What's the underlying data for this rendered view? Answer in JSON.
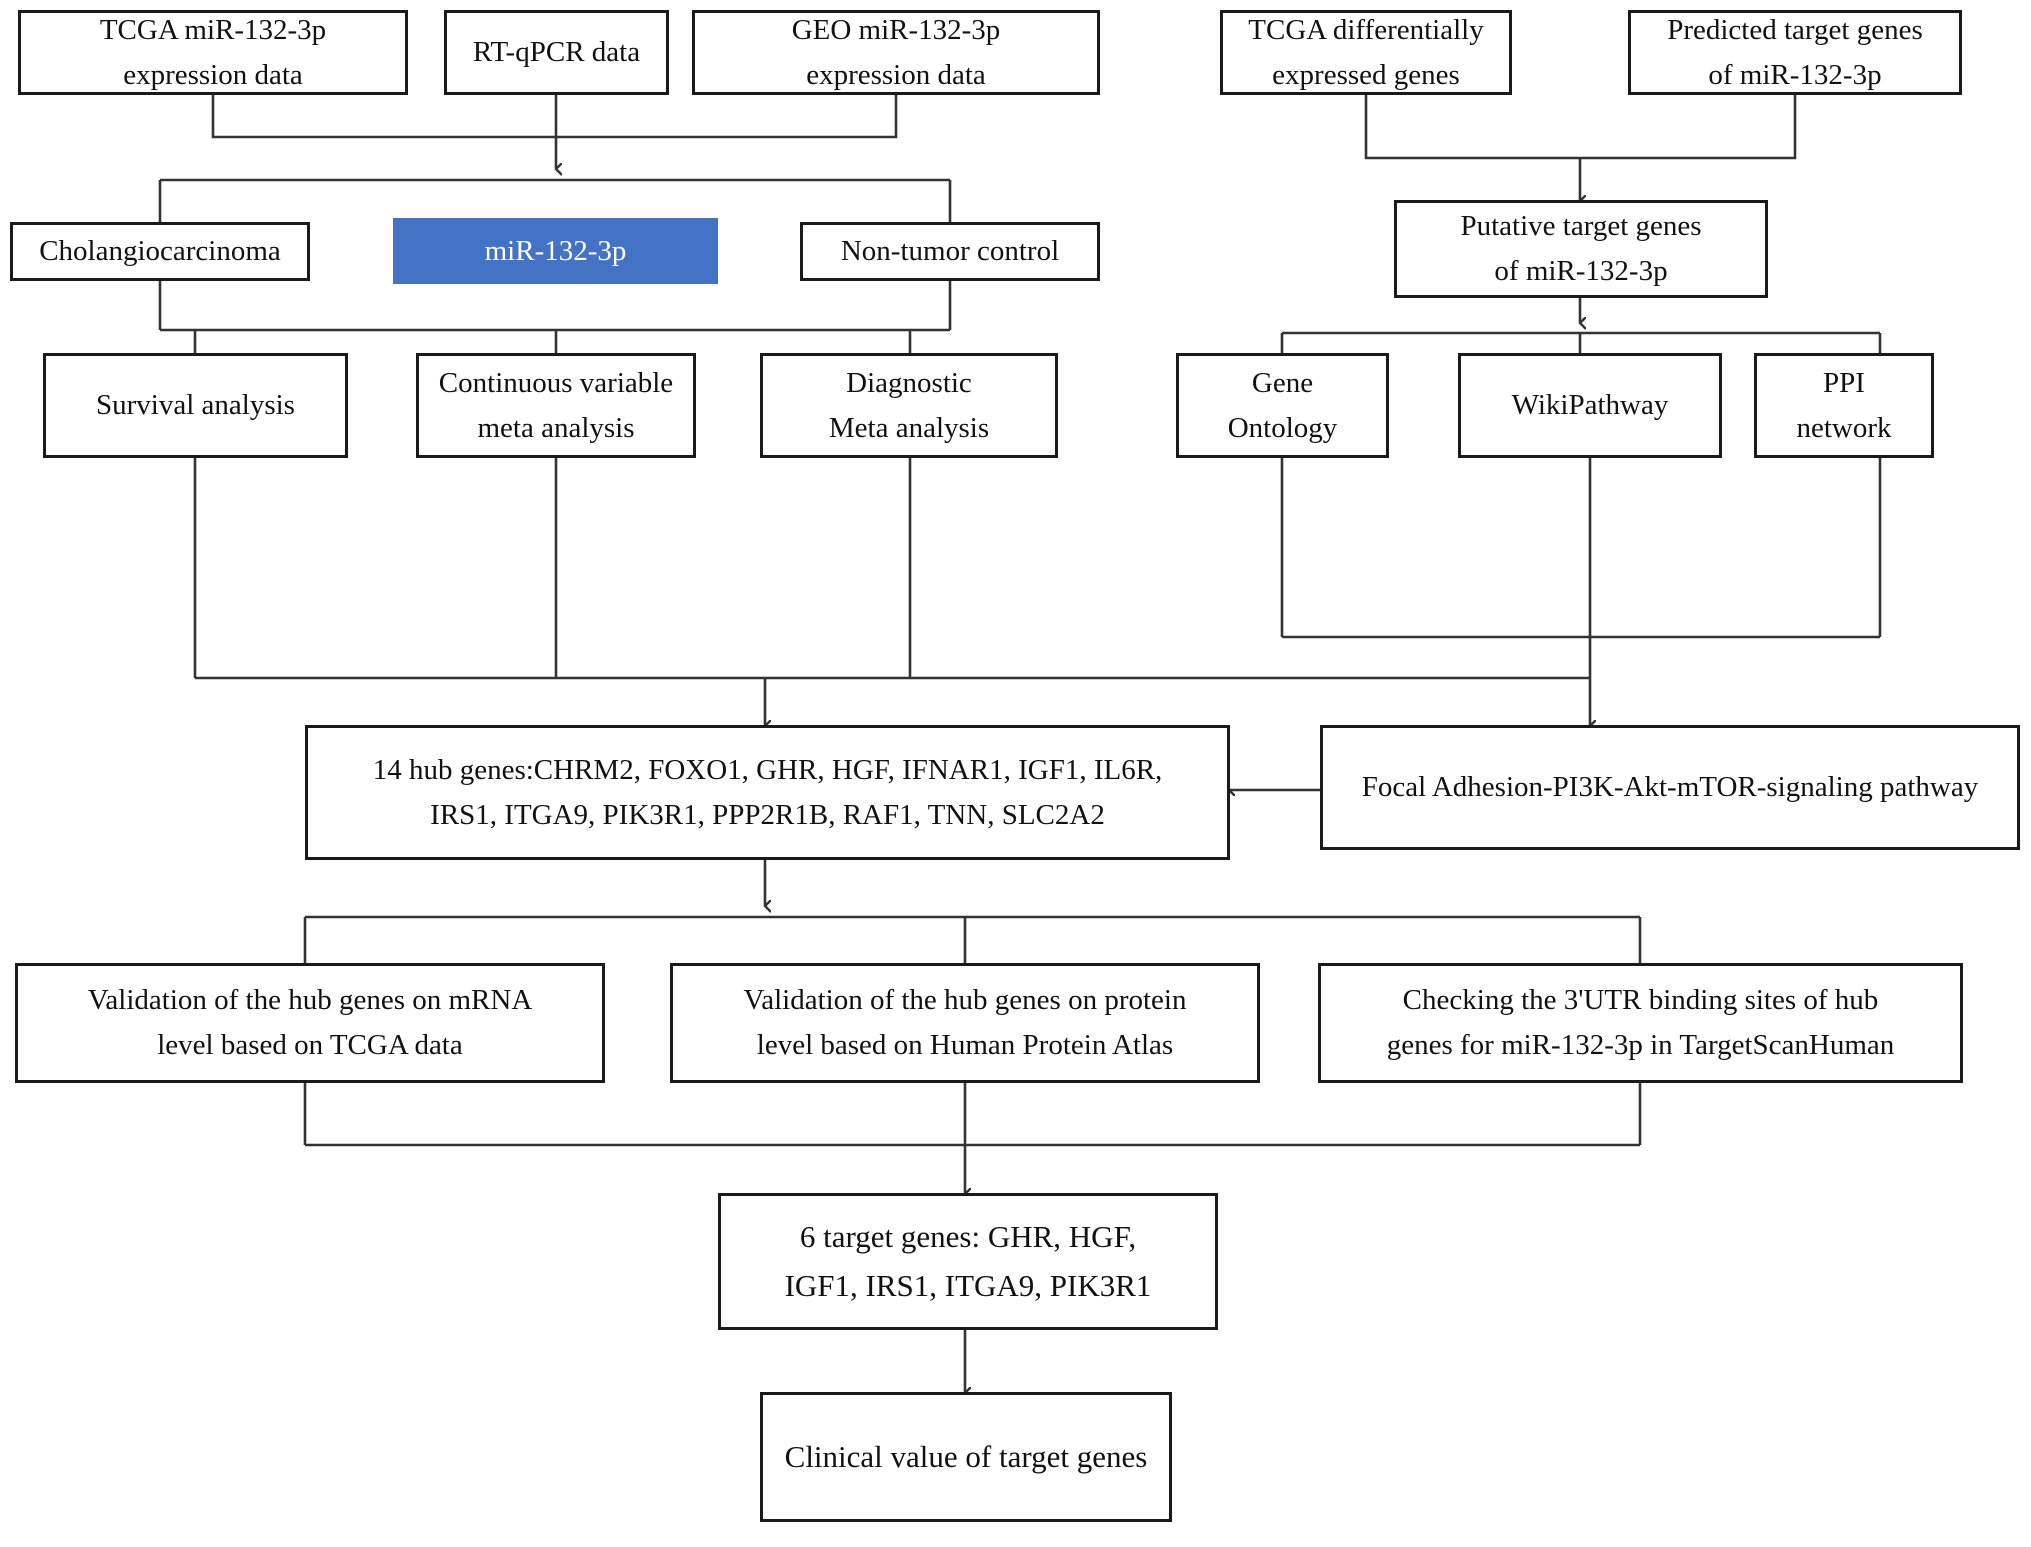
{
  "diagram": {
    "title": "miR-132-3p cholangiocarcinoma bioinformatics workflow",
    "accent_color": "#4472C4",
    "box_border_color": "#1a1a1a",
    "background_color": "#ffffff",
    "connector_color": "#333333"
  },
  "nodes": {
    "tcga_mir_expression": "TCGA miR-132-3p\nexpression data",
    "rt_qpcr": "RT-qPCR data",
    "geo_mir_expression": "GEO miR-132-3p\nexpression data",
    "tcga_deg": "TCGA differentially\nexpressed genes",
    "predicted_targets": "Predicted target genes\nof miR-132-3p",
    "cholangiocarcinoma": "Cholangiocarcinoma",
    "mir_132_3p": "miR-132-3p",
    "non_tumor_control": "Non-tumor control",
    "putative_targets": "Putative target genes\nof miR-132-3p",
    "survival_analysis": "Survival analysis",
    "continuous_meta": "Continuous variable\nmeta analysis",
    "diagnostic_meta": "Diagnostic\nMeta analysis",
    "gene_ontology": "Gene\nOntology",
    "wikipathway": "WikiPathway",
    "ppi_network": "PPI\nnetwork",
    "hub_genes": "14 hub genes:CHRM2, FOXO1, GHR, HGF, IFNAR1, IGF1, IL6R,\nIRS1, ITGA9, PIK3R1, PPP2R1B, RAF1, TNN, SLC2A2",
    "focal_adhesion": "Focal Adhesion-PI3K-Akt-mTOR-signaling pathway",
    "validation_mrna": "Validation of the hub genes on mRNA\nlevel based on TCGA data",
    "validation_protein": "Validation of the hub genes on protein\nlevel based on Human Protein Atlas",
    "utr_check": "Checking the 3'UTR binding sites of hub\ngenes for miR-132-3p in TargetScanHuman",
    "target_genes": "6 target genes: GHR, HGF,\nIGF1, IRS1, ITGA9, PIK3R1",
    "clinical_value": "Clinical value of target genes"
  }
}
